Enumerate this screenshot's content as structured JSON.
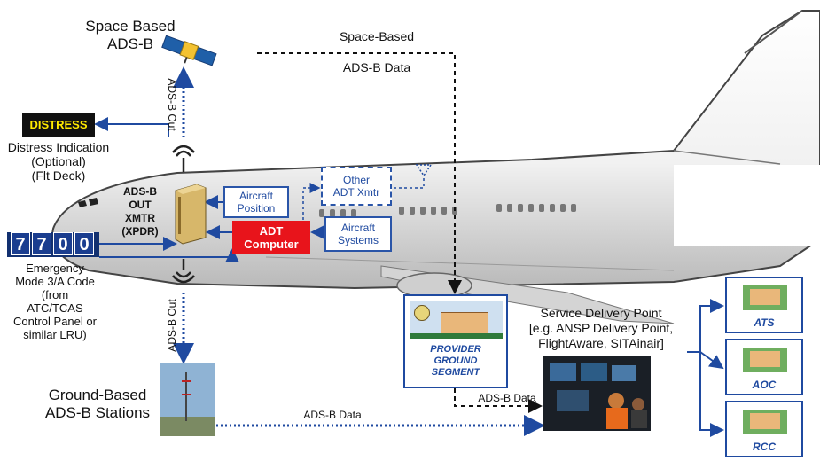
{
  "space": {
    "title_line1": "Space Based",
    "title_line2": "ADS-B",
    "data_line1": "Space-Based",
    "data_line2": "ADS-B Data",
    "uplink_label": "ADS-B Out"
  },
  "distress": {
    "badge": "DISTRESS",
    "line1": "Distress Indication",
    "line2": "(Optional)",
    "line3": "(Flt Deck)"
  },
  "xmtr": {
    "line1": "ADS-B",
    "line2": "OUT",
    "line3": "XMTR",
    "line4": "(XPDR)"
  },
  "boxes": {
    "aircraft_position_1": "Aircraft",
    "aircraft_position_2": "Position",
    "adt_computer_1": "ADT",
    "adt_computer_2": "Computer",
    "other_adt_1": "Other",
    "other_adt_2": "ADT Xmtr",
    "aircraft_systems_1": "Aircraft",
    "aircraft_systems_2": "Systems"
  },
  "code": {
    "digits": [
      "7",
      "7",
      "0",
      "0"
    ],
    "line1": "Emergency",
    "line2": "Mode 3/A Code",
    "line3": "(from",
    "line4": "ATC/TCAS",
    "line5": "Control Panel or",
    "line6": "similar LRU)"
  },
  "ground": {
    "downlink_label": "ADS-B Out",
    "title_line1": "Ground-Based",
    "title_line2": "ADS-B Stations",
    "data_label": "ADS-B Data"
  },
  "provider": {
    "line1": "PROVIDER",
    "line2": "GROUND",
    "line3": "SEGMENT",
    "data_label": "ADS-B Data"
  },
  "service": {
    "line1": "Service Delivery Point",
    "line2": "[e.g. ANSP Delivery Point,",
    "line3": "FlightAware, SITAinair]"
  },
  "destinations": [
    "ATS",
    "AOC",
    "RCC"
  ],
  "colors": {
    "blue": "#1f4aa0",
    "red": "#e8141b",
    "digit_bg": "#1a3d8f",
    "distress_bg": "#111111",
    "distress_text": "#ffea00"
  }
}
